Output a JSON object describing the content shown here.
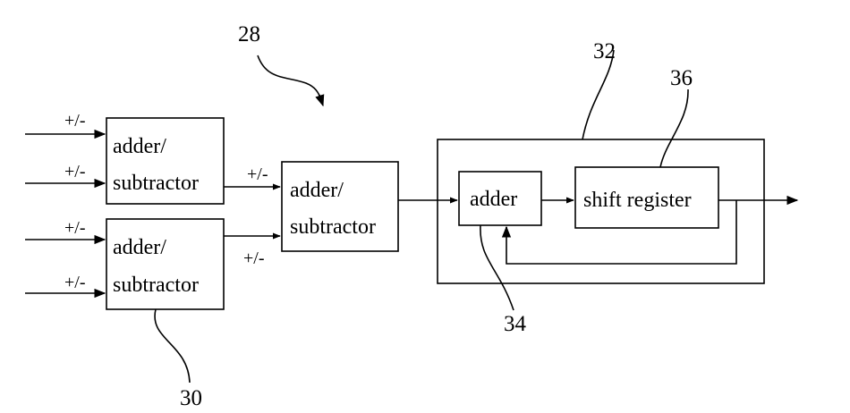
{
  "reference_numerals": {
    "system": "28",
    "adder_tree": "30",
    "accumulator": "32",
    "accumulator_adder": "34",
    "shift_register": "36"
  },
  "blocks": {
    "adder_subtractor_top": {
      "line1": "adder/",
      "line2": "subtractor"
    },
    "adder_subtractor_bottom": {
      "line1": "adder/",
      "line2": "subtractor"
    },
    "adder_subtractor_second_stage": {
      "line1": "adder/",
      "line2": "subtractor"
    },
    "adder": "adder",
    "shift_register": "shift register"
  },
  "sign_labels": {
    "in_1": "+/-",
    "in_2": "+/-",
    "in_3": "+/-",
    "in_4": "+/-",
    "stage2_top": "+/-",
    "stage2_bottom": "+/-"
  },
  "colors": {
    "ink": "#000000",
    "background": "#ffffff"
  }
}
